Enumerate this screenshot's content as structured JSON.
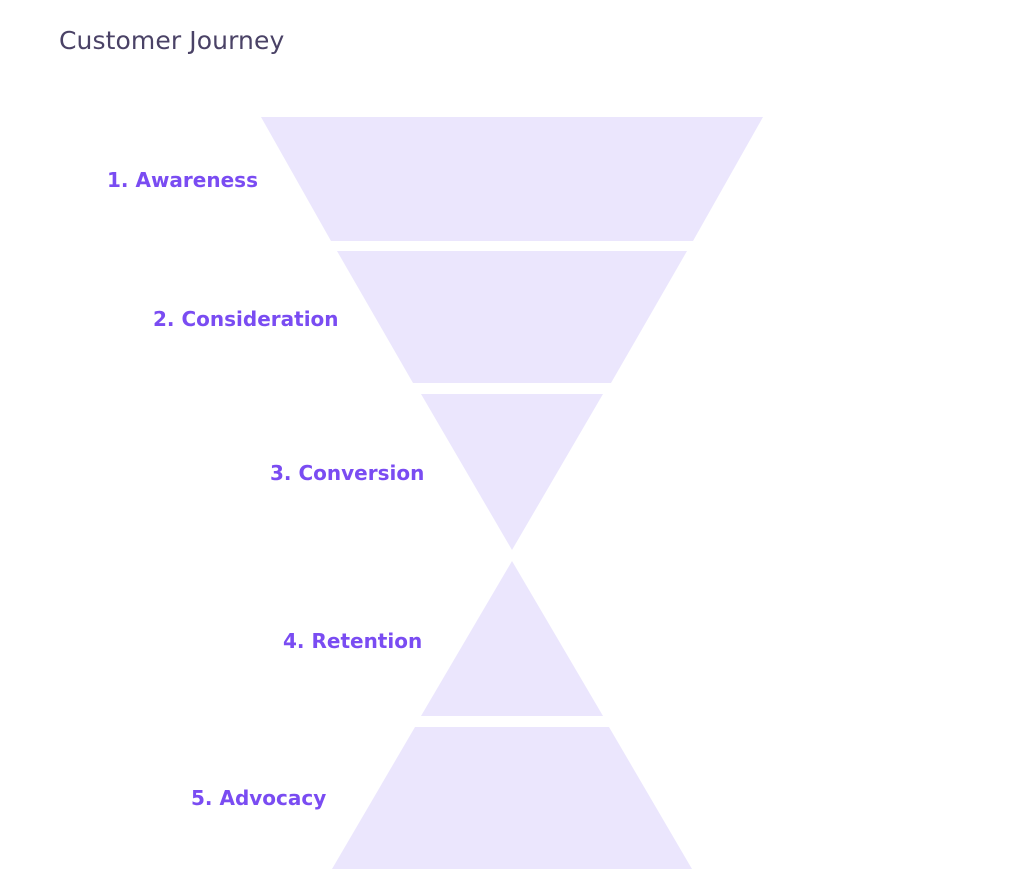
{
  "title": "Customer Journey",
  "colors": {
    "stage_fill": "#ebe6fd",
    "label": "#7a4cf2",
    "title": "#4a4266"
  },
  "stages": [
    {
      "label": "1. Awareness",
      "shape": "trapezoid-down"
    },
    {
      "label": "2. Consideration",
      "shape": "trapezoid-down"
    },
    {
      "label": "3. Conversion",
      "shape": "triangle-down"
    },
    {
      "label": "4. Retention",
      "shape": "triangle-up"
    },
    {
      "label": "5. Advocacy",
      "shape": "trapezoid-up"
    }
  ]
}
